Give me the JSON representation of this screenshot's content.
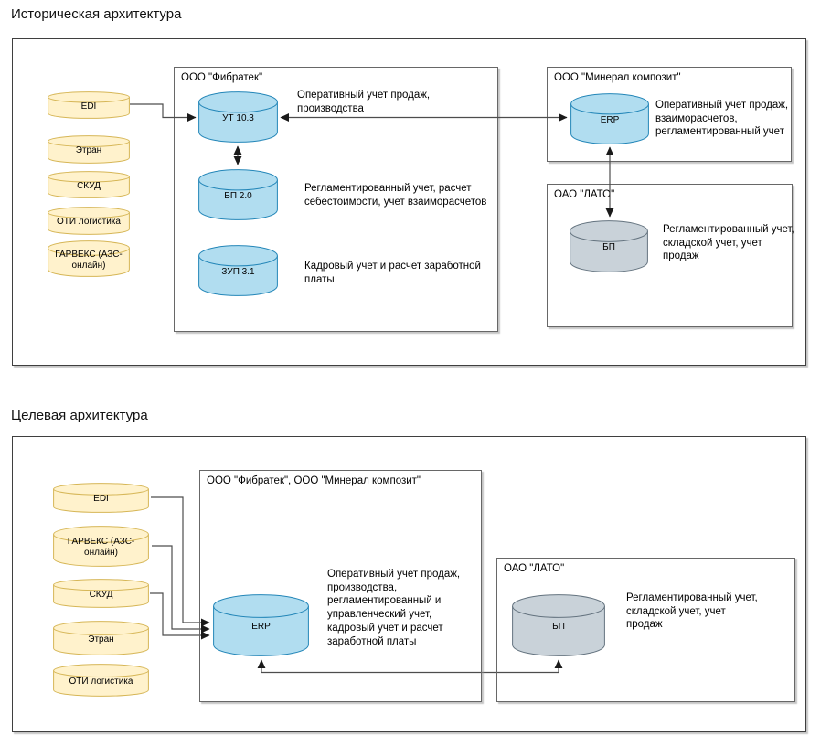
{
  "colors": {
    "yellow": {
      "fill": "#FFF2CC",
      "stroke": "#D6B656"
    },
    "blue": {
      "fill": "#B1DDF0",
      "stroke": "#2386B8"
    },
    "gray": {
      "fill": "#C9D2D9",
      "stroke": "#64737F"
    },
    "connector": "#4d4d4d",
    "outer_border": "#3f3f3f",
    "inner_border": "#676767"
  },
  "historical": {
    "title": "Историческая архитектура",
    "sources": [
      "EDI",
      "Этран",
      "СКУД",
      "ОТИ логистика",
      "ГАРВЕКС (АЗС-\nонлайн)"
    ],
    "fibratek": {
      "title": "ООО \"Фибратек\"",
      "systems": [
        "УТ 10.3",
        "БП 2.0",
        "ЗУП 3.1"
      ],
      "descriptions": [
        "Оперативный учет продаж,\nпроизводства",
        "Регламентированный учет, расчет\nсебестоимости, учет взаиморасчетов",
        "Кадровый учет и расчет заработной\nплаты"
      ]
    },
    "mineral": {
      "title": "ООО \"Минерал композит\"",
      "system": "ERP",
      "description": "Оперативный учет продаж,\nвзаиморасчетов,\nрегламентированный учет"
    },
    "lato": {
      "title": "ОАО \"ЛАТО\"",
      "system": "БП",
      "description": "Регламентированный учет,\nскладской учет, учет\nпродаж"
    }
  },
  "target": {
    "title": "Целевая архитектура",
    "sources": [
      "EDI",
      "ГАРВЕКС (АЗС-\nонлайн)",
      "СКУД",
      "Этран",
      "ОТИ логистика"
    ],
    "group": {
      "title": "ООО \"Фибратек\", ООО \"Минерал композит\"",
      "system": "ERP",
      "description": "Оперативный учет продаж,\nпроизводства,\nрегламентированный и\nуправленческий учет,\nкадровый учет и расчет\nзаработной платы"
    },
    "lato": {
      "title": "ОАО \"ЛАТО\"",
      "system": "БП",
      "description": "Регламентированный учет,\nскладской учет, учет\nпродаж"
    }
  }
}
